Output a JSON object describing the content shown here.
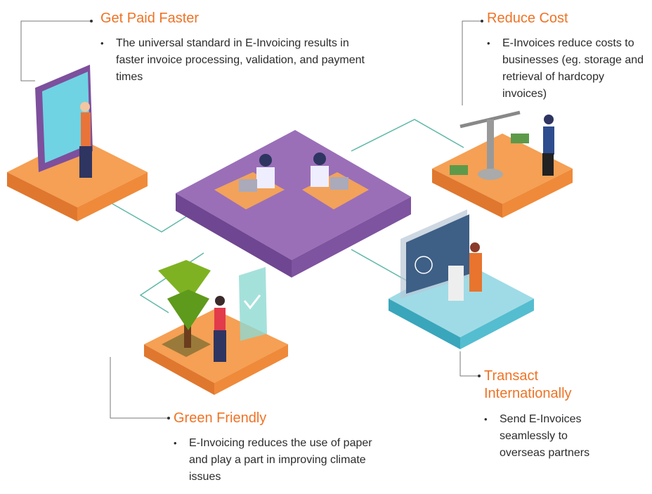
{
  "sections": {
    "get_paid": {
      "title": "Get Paid Faster",
      "bullets": [
        "The universal standard in E-Invoicing results in faster invoice processing, validation, and payment times"
      ]
    },
    "reduce_cost": {
      "title": "Reduce Cost",
      "bullets": [
        "E-Invoices reduce costs to businesses (eg. storage and retrieval of hardcopy invoices)"
      ]
    },
    "transact": {
      "title_line1": "Transact",
      "title_line2": "Internationally",
      "bullets": [
        "Send E-Invoices seamlessly to overseas partners"
      ]
    },
    "green": {
      "title": "Green Friendly",
      "bullets": [
        "E-Invoicing reduces the use of paper and play a part in improving climate issues"
      ]
    }
  },
  "colors": {
    "accent": "#ee7326",
    "purple": "#8a5ea8",
    "orange_platform": "#f5a054",
    "teal_platform": "#8fd3df",
    "line": "#4fb3a6"
  }
}
